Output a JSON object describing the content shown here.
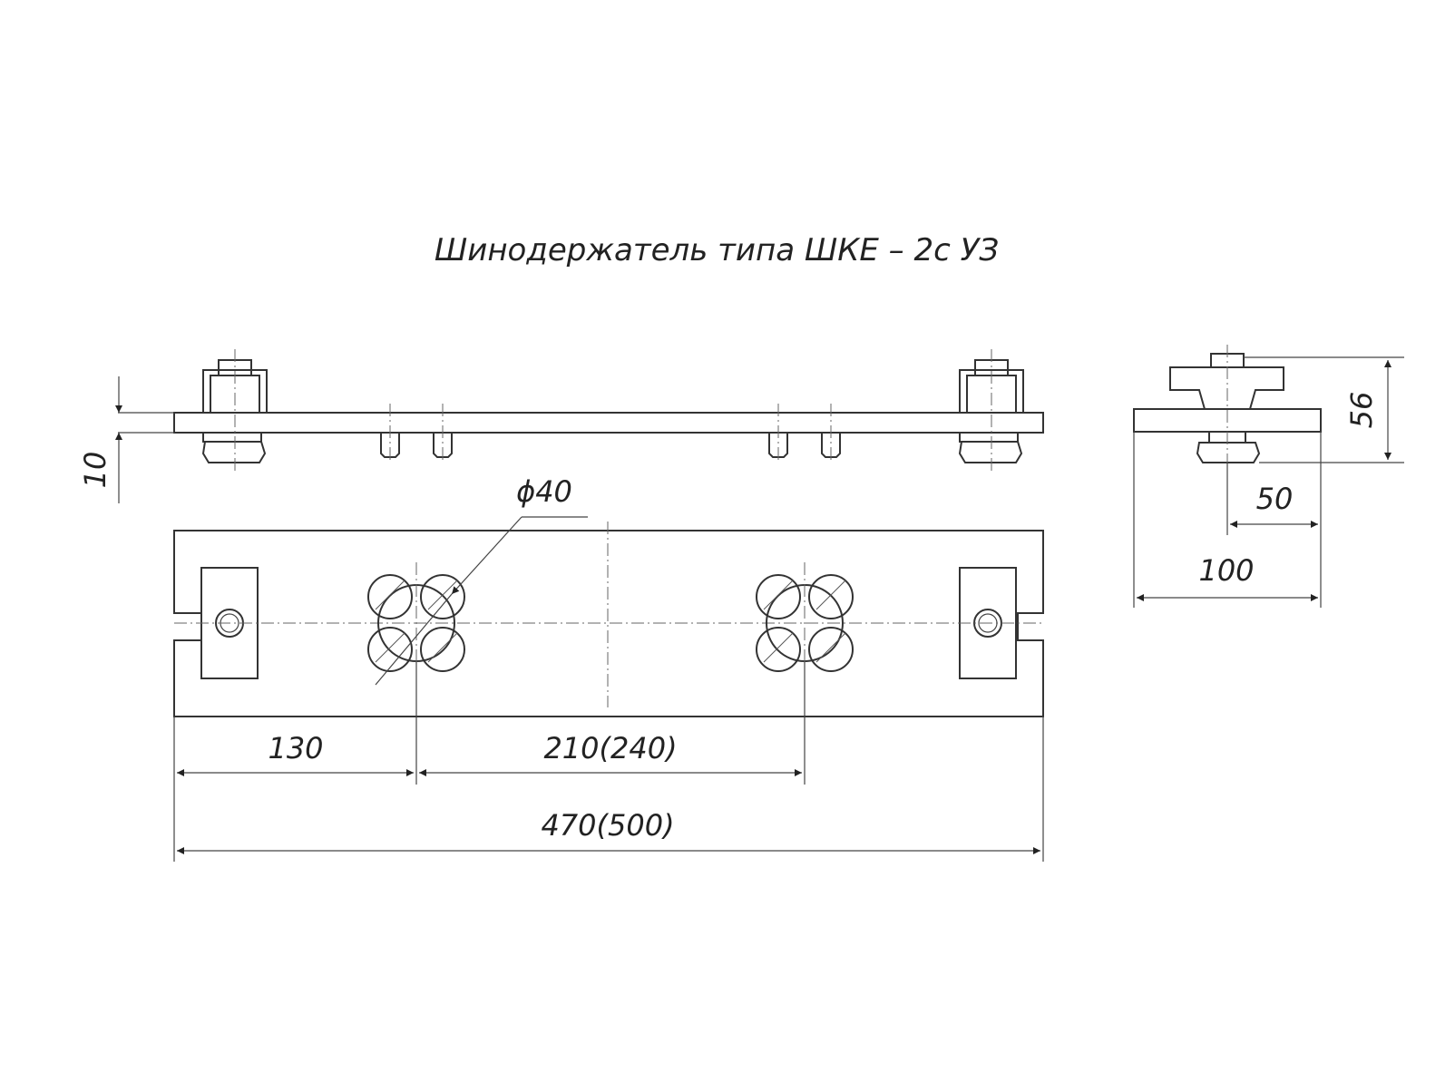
{
  "title": "Шинодержатель типа ШКЕ – 2с УЗ",
  "dimensions": {
    "plate_thickness": "10",
    "hole_diameter": "ϕ40",
    "to_first_hole": "130",
    "hole_spacing": "210(240)",
    "overall_length": "470(500)",
    "side_height": "56",
    "side_half_width": "50",
    "side_width": "100"
  }
}
